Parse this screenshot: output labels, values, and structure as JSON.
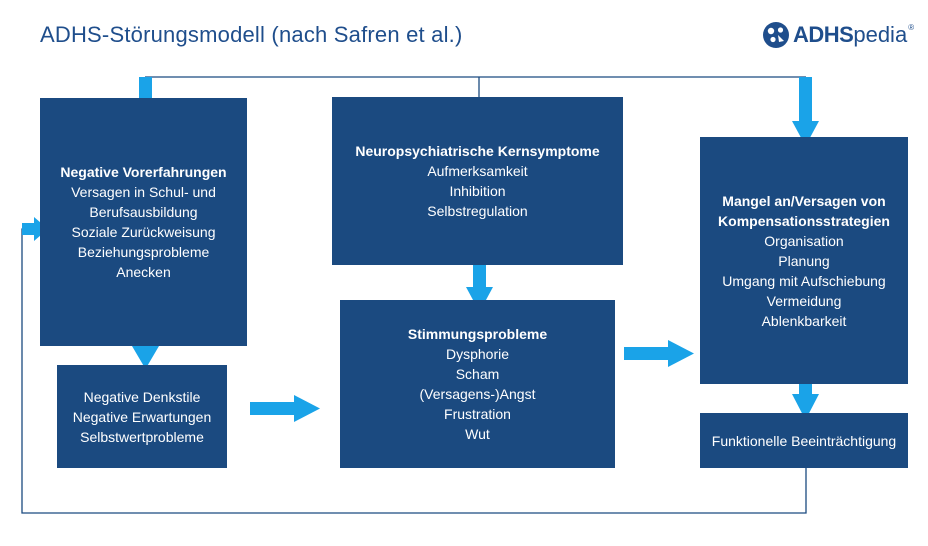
{
  "title": "ADHS-Störungsmodell (nach Safren et al.)",
  "logo": {
    "strong": "ADHS",
    "light": "pedia",
    "registered": "®"
  },
  "colors": {
    "box": "#1b4a80",
    "arrow": "#1aa3e8",
    "line": "#1b4a80",
    "title": "#1f4e8c"
  },
  "boxes": {
    "negative_experiences": {
      "heading": "Negative Vorerfahrungen",
      "items": [
        "Versagen in Schul- und",
        "Berufsausbildung",
        "Soziale Zurückweisung",
        "Beziehungsprobleme",
        "Anecken"
      ]
    },
    "negative_thinking": {
      "items": [
        "Negative Denkstile",
        "Negative Erwartungen",
        "Selbstwertprobleme"
      ]
    },
    "core_symptoms": {
      "heading": "Neuropsychiatrische Kernsymptome",
      "items": [
        "Aufmerksamkeit",
        "Inhibition",
        "Selbstregulation"
      ]
    },
    "mood_problems": {
      "heading": "Stimmungsprobleme",
      "items": [
        "Dysphorie",
        "Scham",
        "(Versagens-)Angst",
        "Frustration",
        "Wut"
      ]
    },
    "compensation": {
      "heading_lines": [
        "Mangel an/Versagen von",
        "Kompensationsstrategien"
      ],
      "items": [
        "Organisation",
        "Planung",
        "Umgang mit Aufschiebung",
        "Vermeidung",
        "Ablenkbarkeit"
      ]
    },
    "functional": {
      "items": [
        "Funktionelle Beeinträchtigung"
      ]
    }
  }
}
